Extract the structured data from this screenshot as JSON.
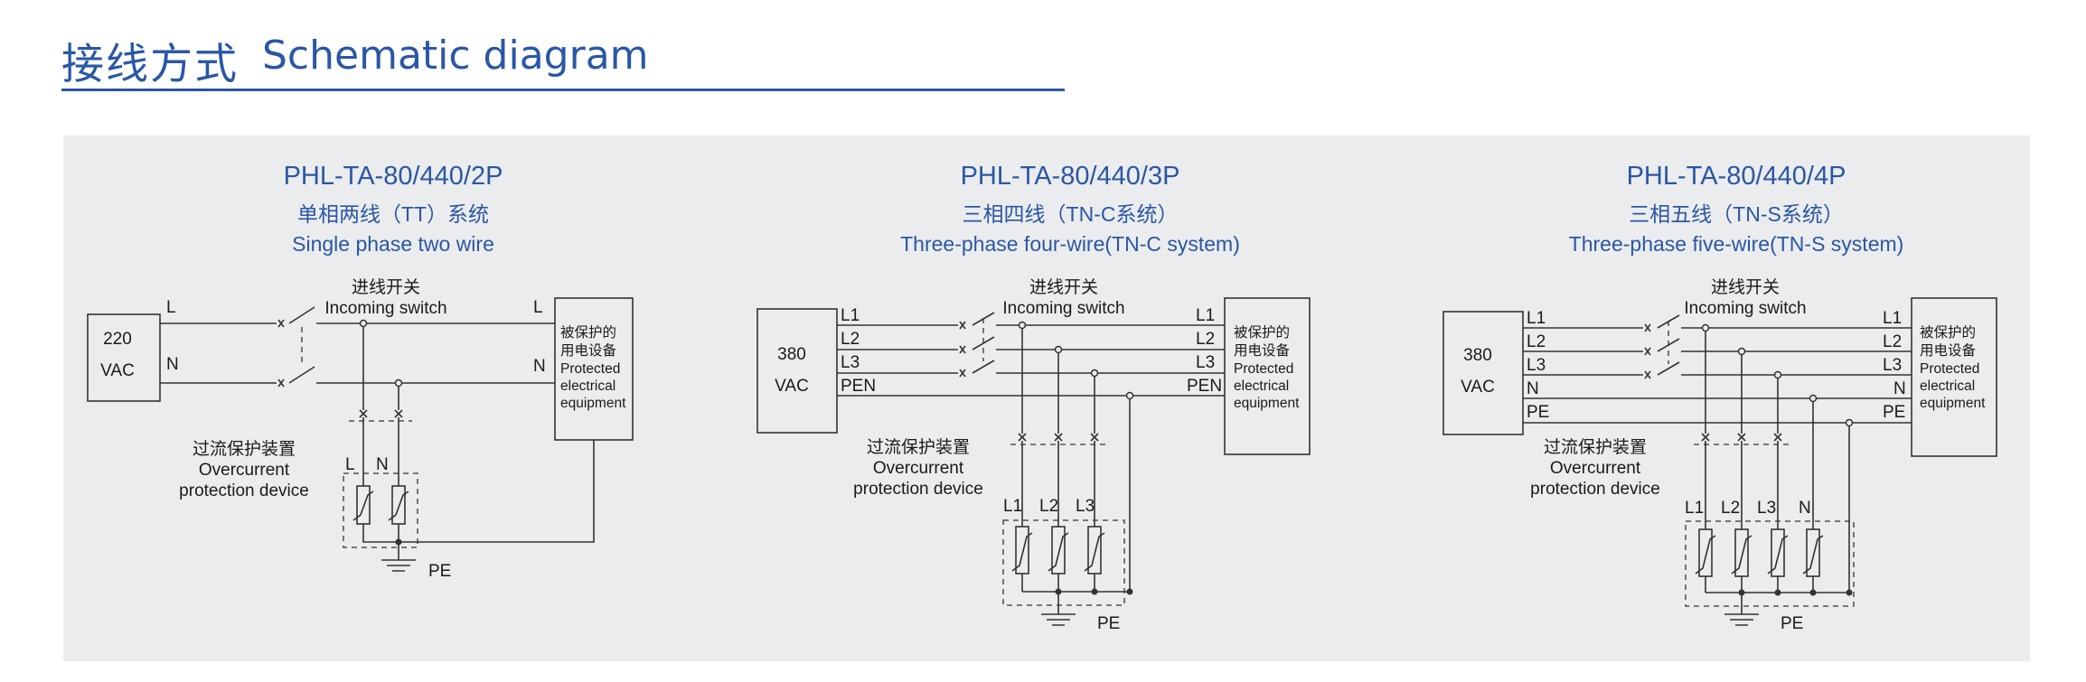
{
  "header": {
    "title_zh": "接线方式",
    "title_en": "Schematic diagram"
  },
  "diagrams": [
    {
      "model": "PHL-TA-80/440/2P",
      "system_zh": "单相两线（TT）系统",
      "system_en": "Single phase two wire",
      "source": [
        "220",
        "VAC"
      ],
      "lines_left": [
        "L",
        "N"
      ],
      "lines_right": [
        "L",
        "N"
      ],
      "switch_zh": "进线开关",
      "switch_en": "Incoming switch",
      "load": [
        "被保护的",
        "用电设备",
        "Protected",
        "electrical",
        "equipment"
      ],
      "ocp": [
        "过流保护装置",
        "Overcurrent",
        "protection device"
      ],
      "spd_labels": [
        "L",
        "N"
      ],
      "pe": "PE"
    },
    {
      "model": "PHL-TA-80/440/3P",
      "system_zh": "三相四线（TN-C系统）",
      "system_en": "Three-phase four-wire(TN-C system)",
      "source": [
        "380",
        "VAC"
      ],
      "lines_left": [
        "L1",
        "L2",
        "L3",
        "PEN"
      ],
      "lines_right": [
        "L1",
        "L2",
        "L3",
        "PEN"
      ],
      "switch_zh": "进线开关",
      "switch_en": "Incoming switch",
      "load": [
        "被保护的",
        "用电设备",
        "Protected",
        "electrical",
        "equipment"
      ],
      "ocp": [
        "过流保护装置",
        "Overcurrent",
        "protection device"
      ],
      "spd_labels": [
        "L1",
        "L2",
        "L3"
      ],
      "pe": "PE"
    },
    {
      "model": "PHL-TA-80/440/4P",
      "system_zh": "三相五线（TN-S系统）",
      "system_en": "Three-phase five-wire(TN-S system)",
      "source": [
        "380",
        "VAC"
      ],
      "lines_left": [
        "L1",
        "L2",
        "L3",
        "N",
        "PE"
      ],
      "lines_right": [
        "L1",
        "L2",
        "L3",
        "N",
        "PE"
      ],
      "switch_zh": "进线开关",
      "switch_en": "Incoming switch",
      "load": [
        "被保护的",
        "用电设备",
        "Protected",
        "electrical",
        "equipment"
      ],
      "ocp": [
        "过流保护装置",
        "Overcurrent",
        "protection device"
      ],
      "spd_labels": [
        "L1",
        "L2",
        "L3",
        "N"
      ],
      "pe": "PE"
    }
  ]
}
